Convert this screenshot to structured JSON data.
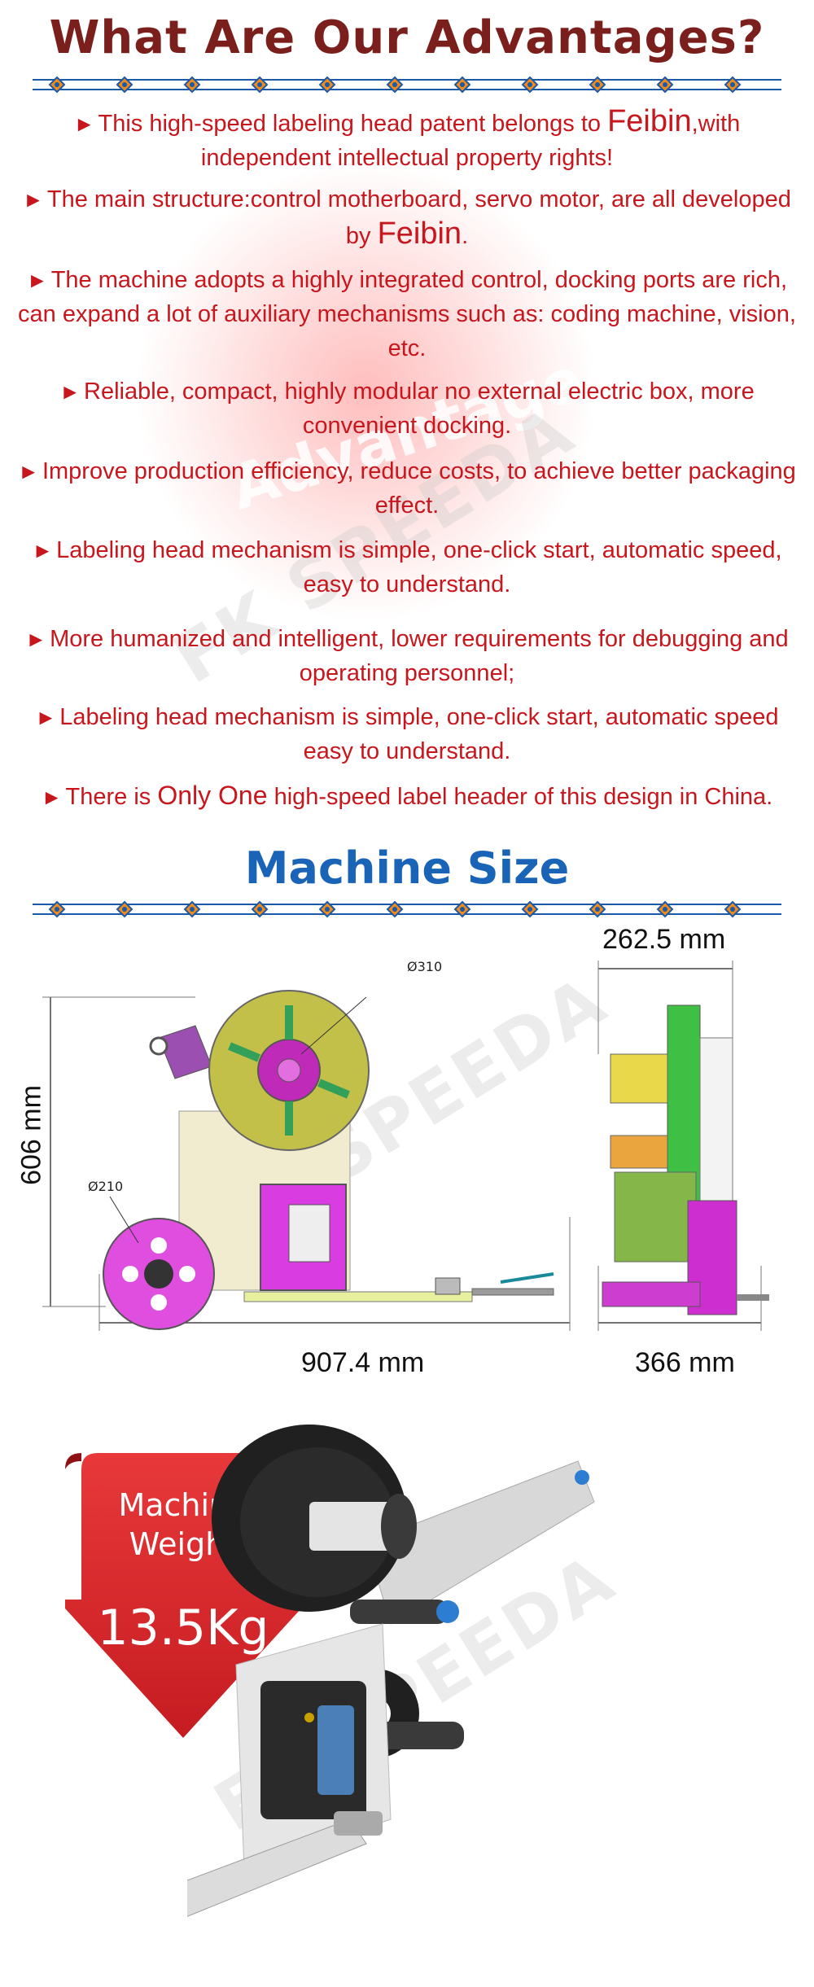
{
  "advantages": {
    "title": "What Are Our Advantages?",
    "watermark": "Advantage",
    "items": [
      {
        "before": "This high-speed labeling head patent belongs to ",
        "brand": "Feibin",
        "after": ",with independent intellectual property rights!"
      },
      {
        "before": "The main structure:control motherboard, servo motor, are all developed by ",
        "brand": "Feibin",
        "after": "."
      },
      {
        "text": "The machine adopts a highly integrated control, docking ports are rich, can expand a lot of auxiliary mechanisms such as: coding machine, vision, etc."
      },
      {
        "text": "Reliable, compact, highly modular no external electric box, more convenient docking."
      },
      {
        "text": "Improve production efficiency, reduce costs, to achieve better packaging effect."
      },
      {
        "text": "Labeling head mechanism is simple, one-click start, automatic speed, easy to understand."
      },
      {
        "text": "More humanized and intelligent, lower requirements for debugging and operating personnel;"
      },
      {
        "text": "Labeling head mechanism is simple, one-click start, automatic speed easy to understand."
      },
      {
        "before": "There is ",
        "brand": "Only One",
        "after": " high-speed label header of this design in China."
      }
    ]
  },
  "machine_size": {
    "title": "Machine Size",
    "width": "907.4 mm",
    "height": "606 mm",
    "side_width": "366 mm",
    "top_width": "262.5 mm",
    "roll_large": "Ø310",
    "roll_small": "Ø210"
  },
  "weight": {
    "label_line1": "Machine",
    "label_line2": "Weight",
    "value": "13.5Kg"
  },
  "watermark_brand": "FK SPEEDA",
  "colors": {
    "title_red": "#7a1f1c",
    "text_red": "#c8161d",
    "title_blue": "#1a64b8",
    "badge_red": "#d9252a"
  }
}
